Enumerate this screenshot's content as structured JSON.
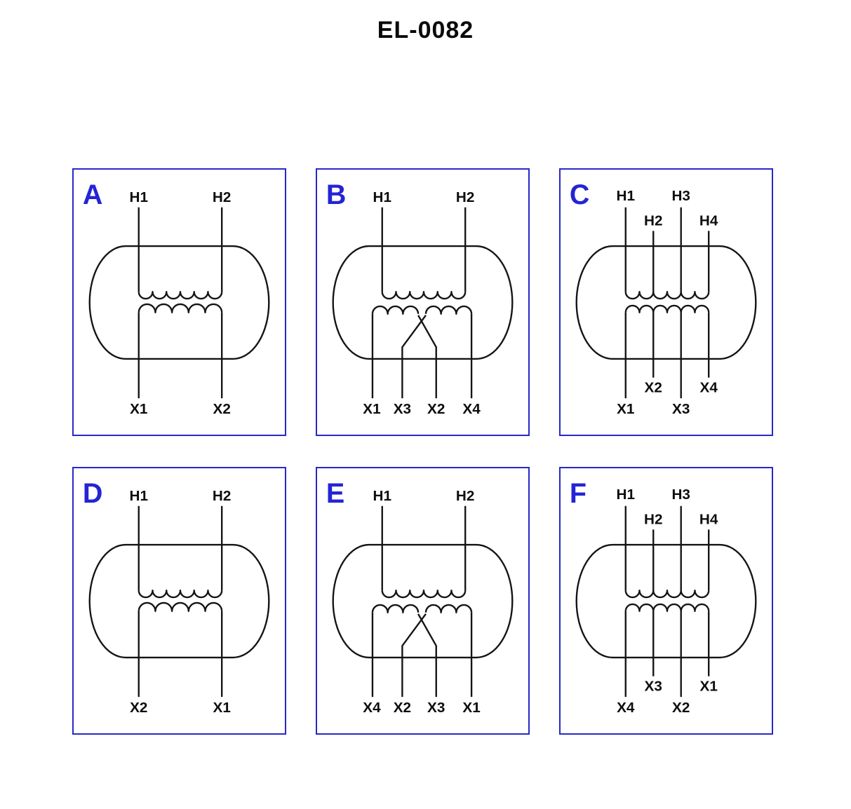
{
  "title": "EL-0082",
  "colors": {
    "panel_border_blue": "#2828c8",
    "panel_letter_blue": "#2424d4",
    "wire_black": "#141414",
    "background": "#ffffff"
  },
  "panels": [
    {
      "letter": "A",
      "type": "two-lead",
      "top": [
        "H1",
        "H2"
      ],
      "bottom": [
        "X1",
        "X2"
      ]
    },
    {
      "letter": "B",
      "type": "four-lead-crossed",
      "top": [
        "H1",
        "H2"
      ],
      "bottom": [
        "X1",
        "X3",
        "X2",
        "X4"
      ]
    },
    {
      "letter": "C",
      "type": "four-lead-tapped",
      "top": [
        "H1",
        "H2",
        "H3",
        "H4"
      ],
      "bottom": [
        "X1",
        "X2",
        "X3",
        "X4"
      ]
    },
    {
      "letter": "D",
      "type": "two-lead",
      "top": [
        "H1",
        "H2"
      ],
      "bottom": [
        "X2",
        "X1"
      ]
    },
    {
      "letter": "E",
      "type": "four-lead-crossed",
      "top": [
        "H1",
        "H2"
      ],
      "bottom": [
        "X4",
        "X2",
        "X3",
        "X1"
      ]
    },
    {
      "letter": "F",
      "type": "four-lead-tapped",
      "top": [
        "H1",
        "H2",
        "H3",
        "H4"
      ],
      "bottom": [
        "X4",
        "X3",
        "X2",
        "X1"
      ]
    }
  ]
}
